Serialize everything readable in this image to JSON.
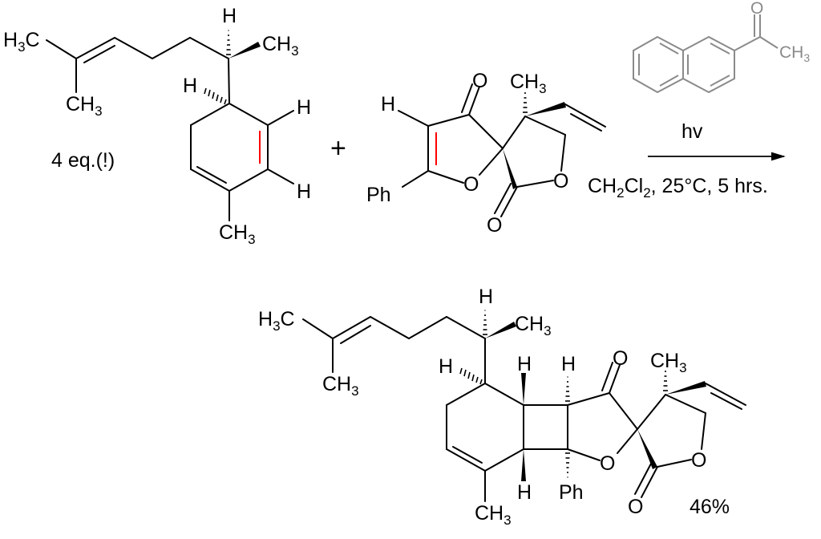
{
  "scheme": {
    "type": "photochemical [2+2] cycloaddition reaction scheme",
    "reactant_1": {
      "name": "diene terpene (1,3-cyclohexadiene with 6-methylhept-5-en-2-yl side chain)",
      "labels": {
        "h3c_left": "H",
        "h3c_left_sub": "3",
        "h3c_left_c": "C",
        "ch3_lower_c": "CH",
        "ch3_lower_sub": "3",
        "h_stereo_top": "H",
        "ch3_stereo_c": "CH",
        "ch3_stereo_sub": "3",
        "h_ring": "H",
        "h_alkene_upper": "H",
        "h_alkene_lower": "H",
        "ch3_ring_c": "CH",
        "ch3_ring_sub": "3"
      },
      "equivalents": "4 eq.(!)",
      "highlight_bond_color": "#ff0000"
    },
    "plus_sign": "+",
    "reactant_2": {
      "name": "spiro furanone-lactone",
      "labels": {
        "h_vinyl": "H",
        "o_ketone": "O",
        "ch3_c": "CH",
        "ch3_sub": "3",
        "ph": "Ph",
        "o_ring": "O",
        "o_lactone": "O",
        "o_carbonyl": "O"
      },
      "highlight_bond_color": "#ff0000"
    },
    "catalyst": {
      "name": "2-acetonaphthone",
      "o": "O",
      "ch3_c": "CH",
      "ch3_sub": "3",
      "color": "#8a8a8a"
    },
    "conditions": {
      "above_arrow": "hv",
      "below_arrow_parts": [
        "CH",
        "2",
        "Cl",
        "2",
        ", 25°C, 5 hrs."
      ],
      "below_arrow_full": "CH2Cl2, 25°C, 5 hrs."
    },
    "product": {
      "name": "cyclobutane photoadduct",
      "labels": {
        "h3c_left": "H",
        "h3c_left_sub": "3",
        "h3c_left_c": "C",
        "ch3_lower_c": "CH",
        "ch3_lower_sub": "3",
        "h_stereo_top": "H",
        "ch3_stereo_c": "CH",
        "ch3_stereo_sub": "3",
        "h_ring": "H",
        "h_cb_1": "H",
        "h_cb_2": "H",
        "h_cb_3": "H",
        "ph": "Ph",
        "ch3_ring_c": "CH",
        "ch3_ring_sub": "3",
        "o_ketone": "O",
        "ch3_quat_c": "CH",
        "ch3_quat_sub": "3",
        "o_ring": "O",
        "o_lactone": "O",
        "o_carbonyl": "O"
      },
      "yield": "46%"
    }
  }
}
